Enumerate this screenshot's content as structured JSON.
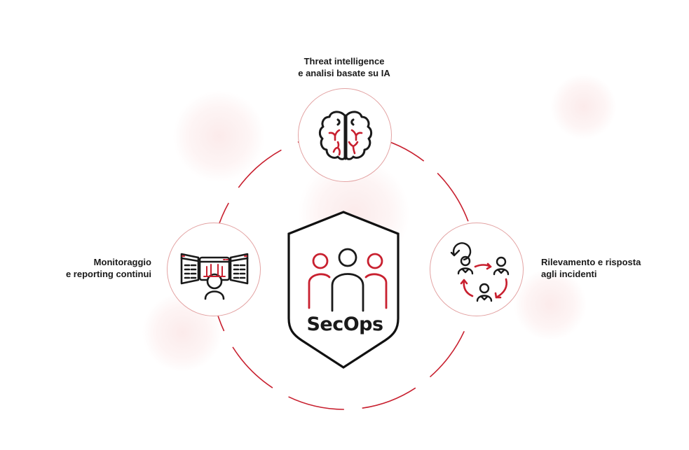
{
  "diagram": {
    "center": {
      "title": "SecOps",
      "icon": "team-shield-icon"
    },
    "nodes": [
      {
        "id": "top",
        "line1": "Threat intelligence",
        "line2": "e analisi basate su IA",
        "icon": "brain-icon"
      },
      {
        "id": "left",
        "line1": "Monitoraggio",
        "line2": "e reporting continui",
        "icon": "monitoring-dashboard-icon"
      },
      {
        "id": "right",
        "line1": "Rilevamento e risposta",
        "line2": "agli incidenti",
        "icon": "incident-response-cycle-icon"
      }
    ],
    "colors": {
      "accent": "#c8202f",
      "node_border": "#e3a3a3",
      "ink": "#1a1a1a",
      "glow": "#fbe6e6"
    }
  }
}
